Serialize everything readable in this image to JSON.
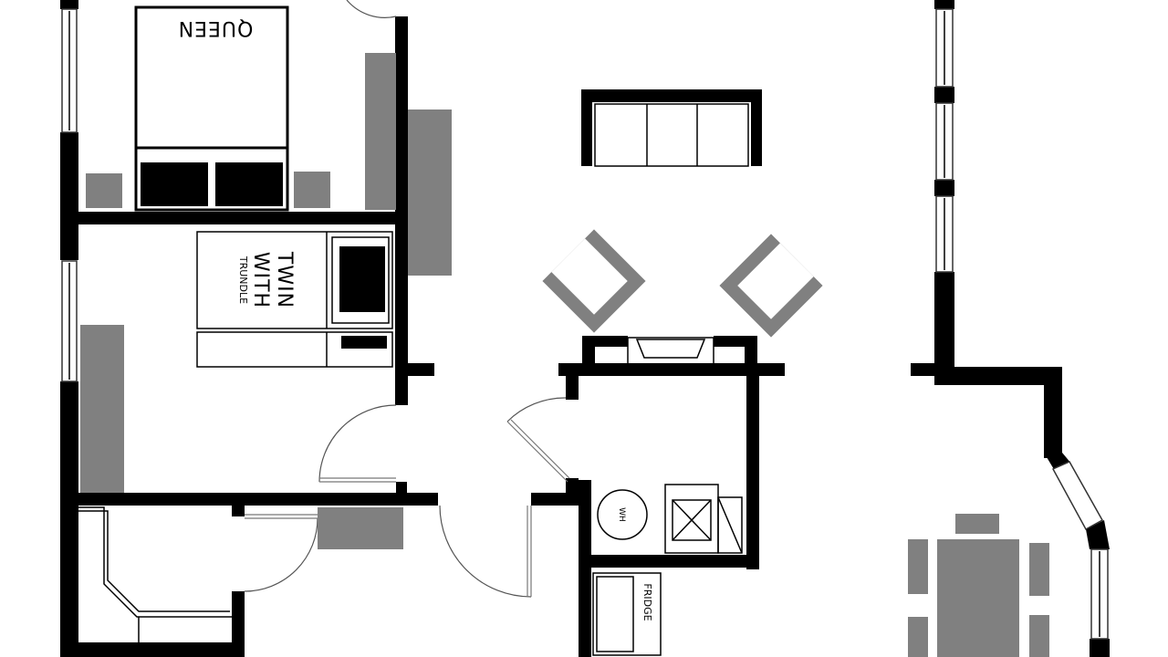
{
  "labels": {
    "queen": "QUEEN",
    "twin_line1": "TWIN",
    "twin_line2": "WITH",
    "twin_line3": "TRUNDLE",
    "water_heater": "WH",
    "fridge": "FRIDGE"
  },
  "colors": {
    "wall": "#000000",
    "furniture_fill": "#808080",
    "background": "#ffffff"
  }
}
